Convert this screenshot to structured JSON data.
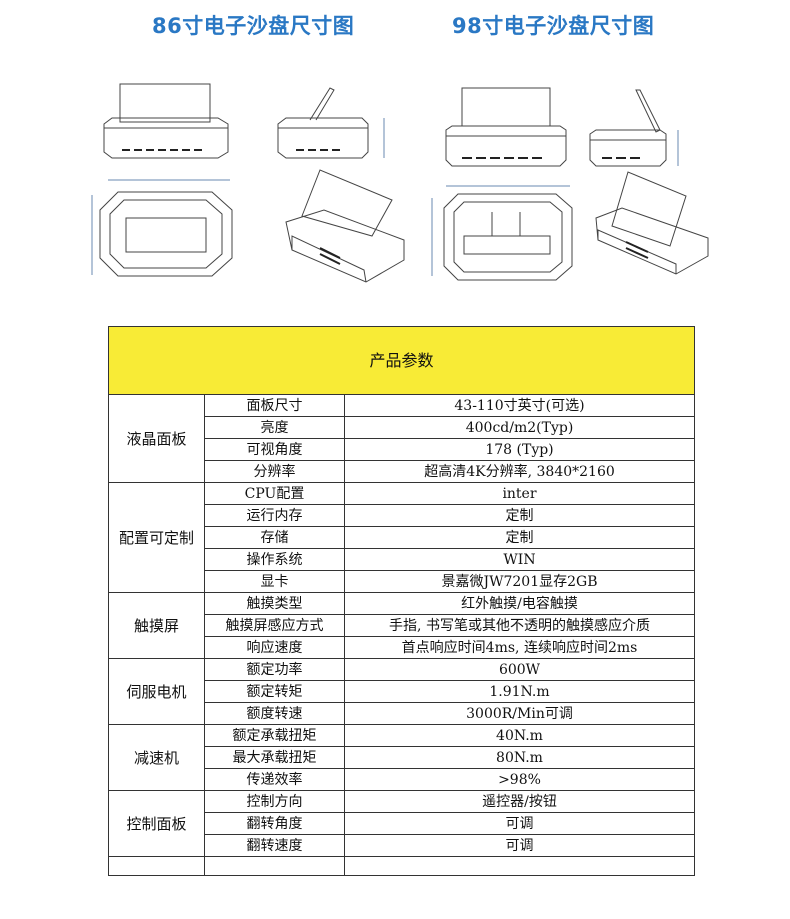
{
  "titles": {
    "left": "86寸电子沙盘尺寸图",
    "right": "98寸电子沙盘尺寸图"
  },
  "table": {
    "header": "产品参数",
    "groups": [
      {
        "name": "液晶面板",
        "rows": [
          {
            "param": "面板尺寸",
            "value": "43-110寸英寸(可选)"
          },
          {
            "param": "亮度",
            "value": "400cd/m2(Typ)"
          },
          {
            "param": "可视角度",
            "value": "178 (Typ)"
          },
          {
            "param": "分辨率",
            "value": "超高清4K分辨率, 3840*2160"
          }
        ]
      },
      {
        "name": "配置可定制",
        "rows": [
          {
            "param": "CPU配置",
            "value": "inter"
          },
          {
            "param": "运行内存",
            "value": "定制"
          },
          {
            "param": "存储",
            "value": "定制"
          },
          {
            "param": "操作系统",
            "value": "WIN"
          },
          {
            "param": "显卡",
            "value": "景嘉微JW7201显存2GB"
          }
        ]
      },
      {
        "name": "触摸屏",
        "rows": [
          {
            "param": "触摸类型",
            "value": "红外触摸/电容触摸"
          },
          {
            "param": "触摸屏感应方式",
            "value": "手指, 书写笔或其他不透明的触摸感应介质"
          },
          {
            "param": "响应速度",
            "value": "首点响应时间4ms, 连续响应时间2ms"
          }
        ]
      },
      {
        "name": "伺服电机",
        "rows": [
          {
            "param": "额定功率",
            "value": "600W"
          },
          {
            "param": "额定转矩",
            "value": "1.91N.m"
          },
          {
            "param": "额度转速",
            "value": "3000R/Min可调"
          }
        ]
      },
      {
        "name": "减速机",
        "rows": [
          {
            "param": "额定承载扭矩",
            "value": "40N.m"
          },
          {
            "param": "最大承载扭矩",
            "value": "80N.m"
          },
          {
            "param": "传递效率",
            "value": ">98%"
          }
        ]
      },
      {
        "name": "控制面板",
        "rows": [
          {
            "param": "控制方向",
            "value": "遥控器/按钮"
          },
          {
            "param": "翻转角度",
            "value": "可调"
          },
          {
            "param": "翻转速度",
            "value": "可调"
          }
        ]
      }
    ]
  }
}
